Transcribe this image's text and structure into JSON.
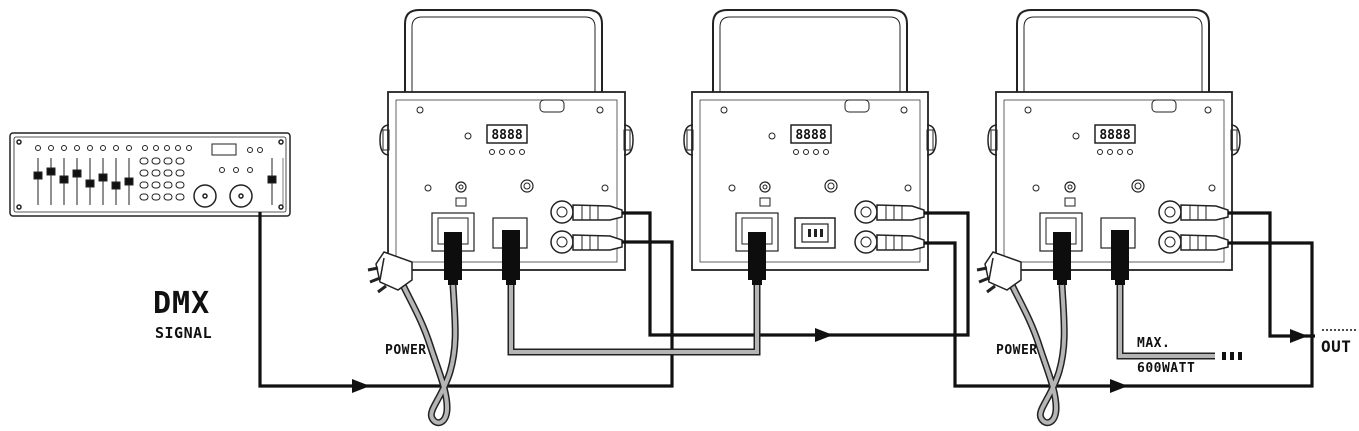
{
  "labels": {
    "dmx": "DMX",
    "signal": "SIGNAL",
    "power_left": "POWER",
    "power_right": "POWER",
    "max_line1": "MAX.",
    "max_line2": "600WATT",
    "out": "OUT"
  },
  "displays": {
    "fixture1": "8888",
    "fixture2": "8888",
    "fixture3": "8888"
  },
  "colors": {
    "line": "#111111",
    "cable_grey": "#b5b5b5",
    "plug": "#0d0d0d",
    "panel": "#ffffff"
  }
}
